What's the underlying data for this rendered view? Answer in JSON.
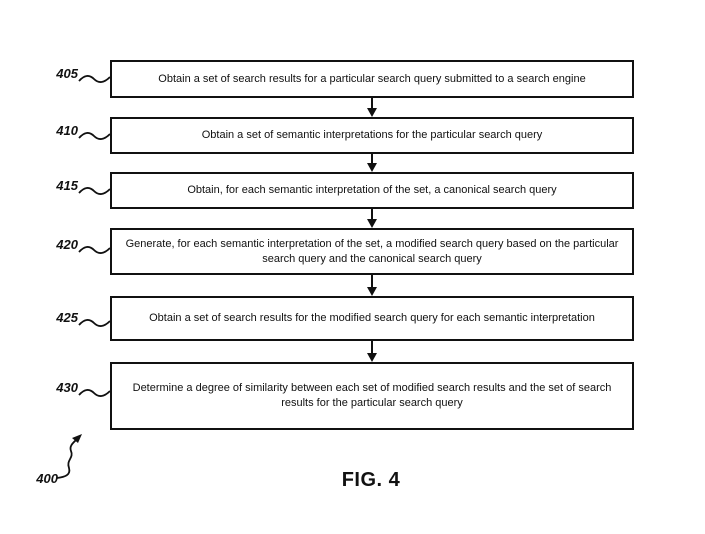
{
  "figure": {
    "reference_label": "400",
    "caption": "FIG. 4"
  },
  "steps": [
    {
      "ref": "405",
      "text": "Obtain a set of search results for a particular search query submitted to a search engine"
    },
    {
      "ref": "410",
      "text": "Obtain a set of semantic interpretations for the particular search query"
    },
    {
      "ref": "415",
      "text": "Obtain, for each semantic interpretation of the set, a canonical search query"
    },
    {
      "ref": "420",
      "text": "Generate, for each semantic interpretation of the set, a modified search query based on the particular search query and the canonical search query"
    },
    {
      "ref": "425",
      "text": "Obtain a set of search results for the modified search query for each semantic interpretation"
    },
    {
      "ref": "430",
      "text": "Determine a degree of similarity between each set of modified search results and the set of search results for the particular search query"
    }
  ],
  "colors": {
    "ink": "#111111",
    "background": "#ffffff"
  }
}
